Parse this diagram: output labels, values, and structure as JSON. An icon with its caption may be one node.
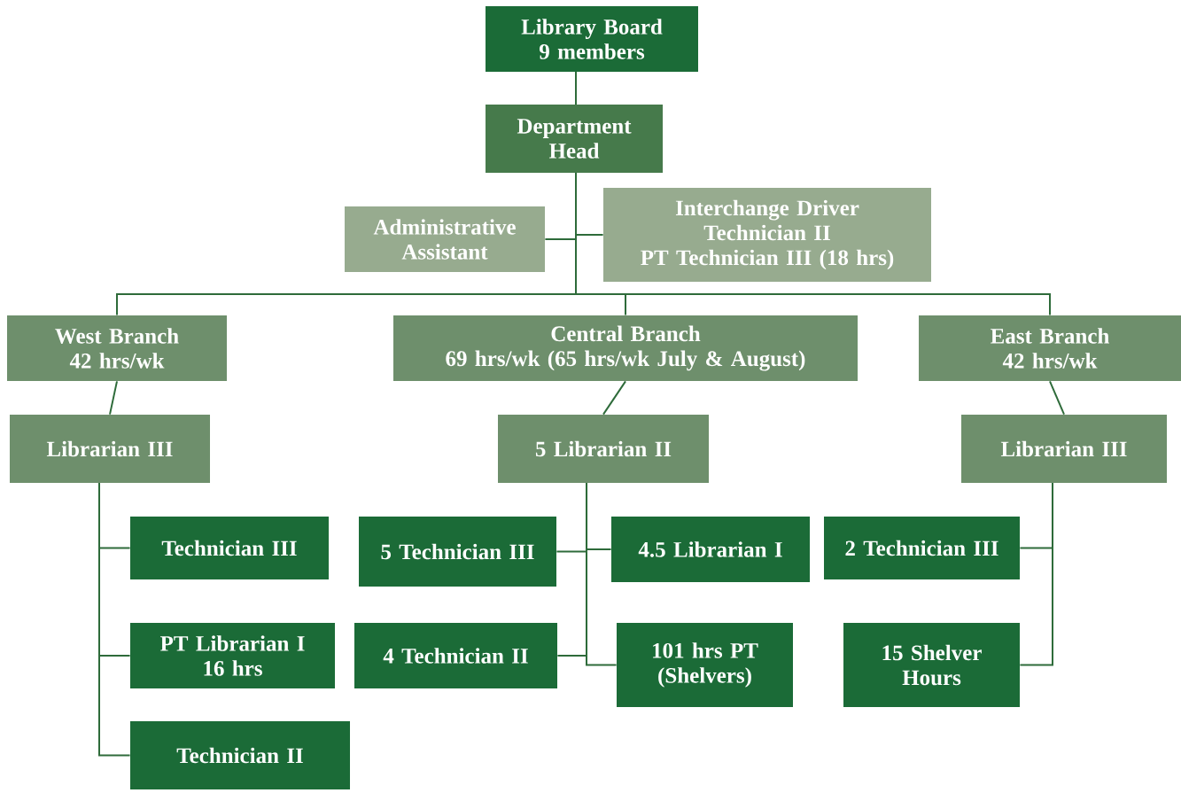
{
  "diagram": {
    "nodes": [
      {
        "text": [
          "Library Board",
          "9 members"
        ]
      },
      {
        "text": [
          "Department Head"
        ]
      },
      {
        "text": [
          "Administrative Assistant"
        ]
      },
      {
        "text": [
          "Interchange Driver",
          "Technician II",
          "PT Technician III (18 hrs)"
        ]
      },
      {
        "text": [
          "West Branch",
          "42 hrs/wk"
        ]
      },
      {
        "text": [
          "Central Branch",
          "69 hrs/wk (65 hrs/wk July & August)"
        ]
      },
      {
        "text": [
          "East Branch",
          "42 hrs/wk"
        ]
      },
      {
        "text": [
          "Librarian III"
        ]
      },
      {
        "text": [
          "Technician III"
        ]
      },
      {
        "text": [
          "PT Librarian I",
          "16 hrs"
        ]
      },
      {
        "text": [
          "Technician II"
        ]
      },
      {
        "text": [
          "5 Librarian II"
        ]
      },
      {
        "text": [
          "5 Technician III"
        ]
      },
      {
        "text": [
          "4.5 Librarian I"
        ]
      },
      {
        "text": [
          "4 Technician II"
        ]
      },
      {
        "text": [
          "101 hrs PT (Shelvers)"
        ]
      },
      {
        "text": [
          "Librarian III"
        ]
      },
      {
        "text": [
          "2 Technician III"
        ]
      },
      {
        "text": [
          "15 Shelver Hours"
        ]
      }
    ],
    "edges": [
      {
        "from": 0,
        "to": 1,
        "arrow": "none"
      },
      {
        "from": 1,
        "to": 2,
        "arrow": "none"
      },
      {
        "from": 1,
        "to": 3,
        "arrow": "none"
      },
      {
        "from": 1,
        "to": 4,
        "arrow": "none"
      },
      {
        "from": 1,
        "to": 5,
        "arrow": "none"
      },
      {
        "from": 1,
        "to": 6,
        "arrow": "none"
      },
      {
        "from": 4,
        "to": 7,
        "arrow": "none"
      },
      {
        "from": 5,
        "to": 11,
        "arrow": "none"
      },
      {
        "from": 6,
        "to": 16,
        "arrow": "none"
      },
      {
        "from": 7,
        "to": 8,
        "arrow": "none"
      },
      {
        "from": 7,
        "to": 9,
        "arrow": "none"
      },
      {
        "from": 7,
        "to": 10,
        "arrow": "none"
      },
      {
        "from": 11,
        "to": 12,
        "arrow": "none"
      },
      {
        "from": 11,
        "to": 13,
        "arrow": "none"
      },
      {
        "from": 11,
        "to": 14,
        "arrow": "none"
      },
      {
        "from": 11,
        "to": 15,
        "arrow": "none"
      },
      {
        "from": 16,
        "to": 17,
        "arrow": "none"
      },
      {
        "from": 16,
        "to": 18,
        "arrow": "none"
      }
    ]
  }
}
